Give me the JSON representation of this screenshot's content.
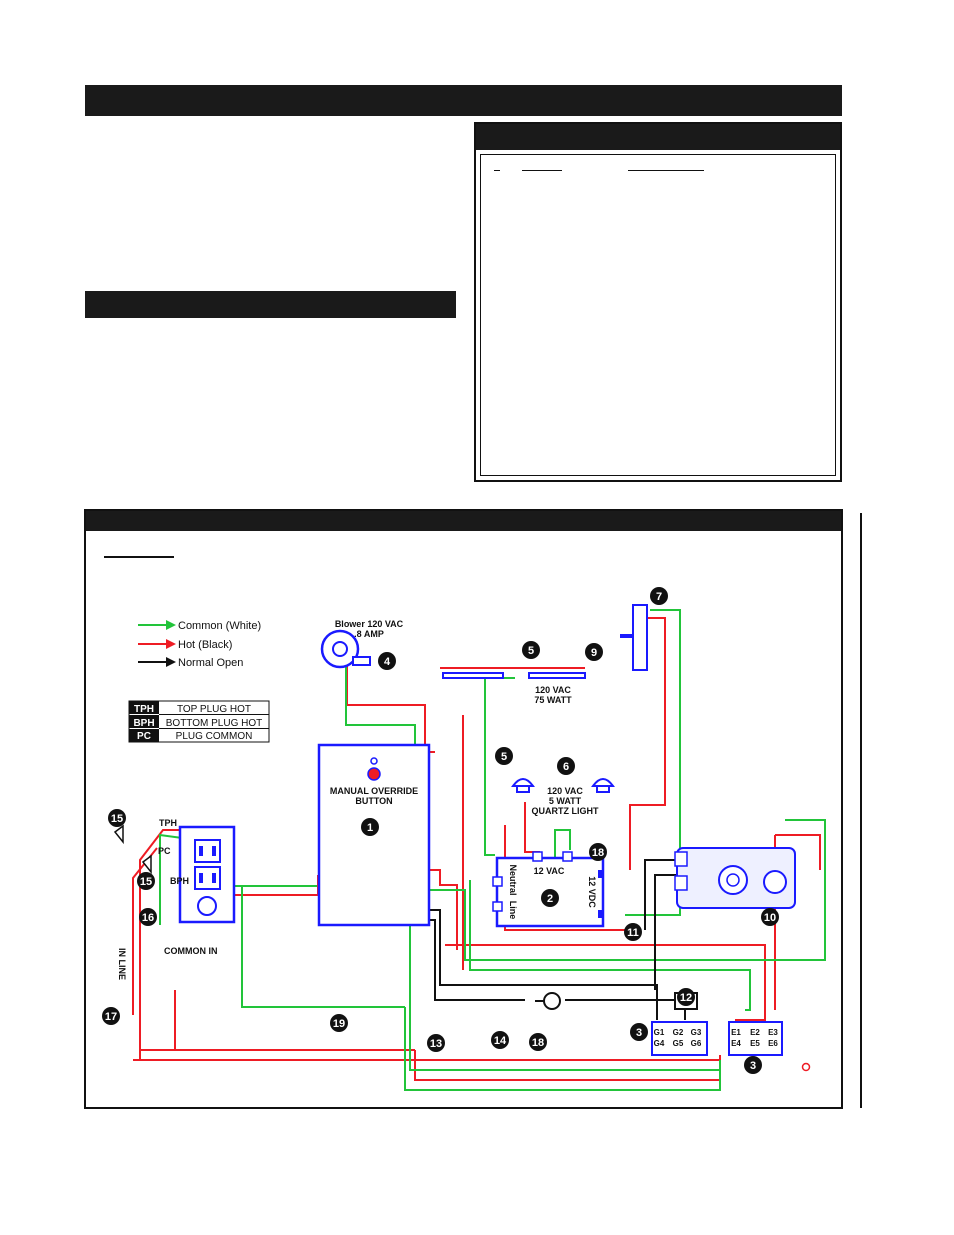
{
  "legend": {
    "common": "Common (White)",
    "hot": "Hot (Black)",
    "normal_open": "Normal Open"
  },
  "plug_table": [
    {
      "code": "TPH",
      "desc": "TOP PLUG HOT"
    },
    {
      "code": "BPH",
      "desc": "BOTTOM PLUG HOT"
    },
    {
      "code": "PC",
      "desc": "PLUG COMMON"
    }
  ],
  "labels": {
    "blower_line1": "Blower 120 VAC",
    "blower_line2": ".8 AMP",
    "lamp75_line1": "120 VAC",
    "lamp75_line2": "75 WATT",
    "quartz_line1": "120 VAC",
    "quartz_line2": "5 WATT",
    "quartz_line3": "QUARTZ LIGHT",
    "override_line1": "MANUAL OVERRIDE",
    "override_line2": "BUTTON",
    "vac12": "12 VAC",
    "vdc12": "12 VDC",
    "neutral": "Neutral",
    "line": "Line",
    "tph": "TPH",
    "pc": "PC",
    "bph": "BPH",
    "common_in": "COMMON IN",
    "in_line": "IN LINE"
  },
  "terminals": {
    "g_top": [
      "G1",
      "G2",
      "G3"
    ],
    "g_bottom": [
      "G4",
      "G5",
      "G6"
    ],
    "e_top": [
      "E1",
      "E2",
      "E3"
    ],
    "e_bottom": [
      "E4",
      "E5",
      "E6"
    ]
  },
  "callouts": [
    "1",
    "2",
    "3",
    "4",
    "5",
    "6",
    "7",
    "9",
    "10",
    "11",
    "12",
    "13",
    "14",
    "15",
    "16",
    "17",
    "18",
    "19"
  ],
  "colors": {
    "common": "#22c43a",
    "hot": "#ee1c24",
    "normal_open": "#111111",
    "component": "#1a1aff"
  }
}
